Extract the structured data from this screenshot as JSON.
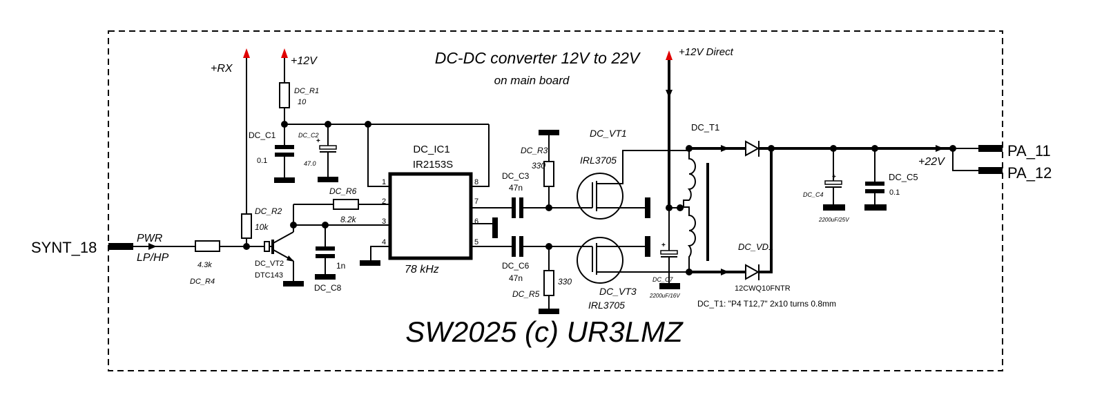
{
  "title": "DC-DC converter 12V to 22V",
  "subtitle": "on main board",
  "copyright": "SW2025 (c) UR3LMZ",
  "colors": {
    "supply_arrow": "#e00000",
    "wire": "#000000",
    "background": "#ffffff"
  },
  "ports": {
    "input": "SYNT_18",
    "output_1": "PA_11",
    "output_2": "PA_12"
  },
  "nets": {
    "rx": "+RX",
    "v12": "+12V",
    "v12_direct": "+12V Direct",
    "v22": "+22V",
    "pwr": "PWR",
    "lphp": "LP/HP"
  },
  "components": {
    "r1": {
      "ref": "DC_R1",
      "value": "10"
    },
    "r2": {
      "ref": "DC_R2",
      "value": "10k"
    },
    "r3": {
      "ref": "DC_R3",
      "value": "330"
    },
    "r4": {
      "ref": "DC_R4",
      "value": "4.3k"
    },
    "r5": {
      "ref": "DC_R5",
      "value": "330"
    },
    "r6": {
      "ref": "DC_R6",
      "value": "8.2k"
    },
    "c1": {
      "ref": "DC_C1",
      "value": "0.1"
    },
    "c2": {
      "ref": "DC_C2",
      "value": "47.0"
    },
    "c3": {
      "ref": "DC_C3",
      "value": "47n"
    },
    "c4": {
      "ref": "DC_C4",
      "value": "2200uF/25V"
    },
    "c5": {
      "ref": "DC_C5",
      "value": "0.1"
    },
    "c6": {
      "ref": "DC_C6",
      "value": "47n"
    },
    "c7": {
      "ref": "DC_C7",
      "value": "2200uF/16V"
    },
    "c8": {
      "ref": "DC_C8",
      "value": "1n"
    },
    "ic1": {
      "ref": "DC_IC1",
      "part": "IR2153S",
      "freq": "78 kHz",
      "pins": [
        "1",
        "2",
        "3",
        "4",
        "5",
        "6",
        "7",
        "8"
      ]
    },
    "vt1": {
      "ref": "DC_VT1",
      "part": "IRL3705"
    },
    "vt2": {
      "ref": "DC_VT2",
      "part": "DTC143"
    },
    "vt3": {
      "ref": "DC_VT3",
      "part": "IRL3705"
    },
    "vd1": {
      "ref": "DC_VD1",
      "part": "12CWQ10FNTR"
    },
    "t1": {
      "ref": "DC_T1",
      "note": "DC_T1: \"P4 T12,7\"  2x10 turns 0.8mm"
    }
  }
}
